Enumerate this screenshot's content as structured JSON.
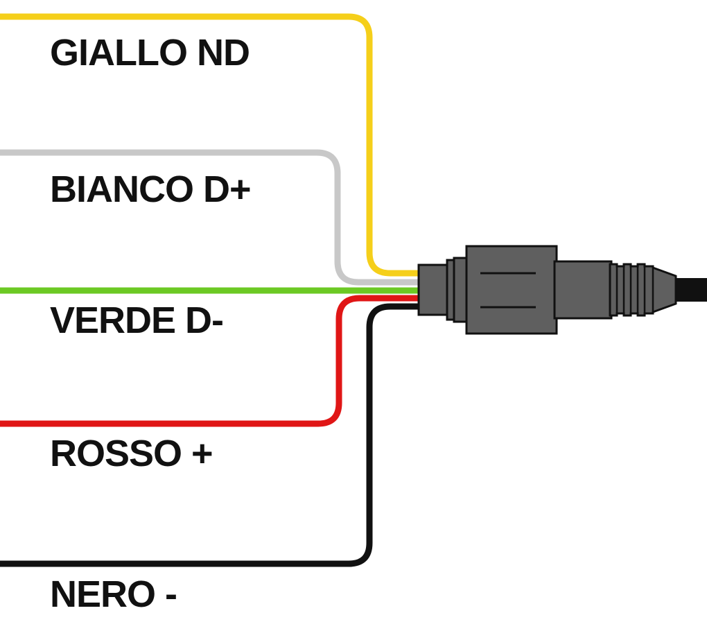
{
  "wires": [
    {
      "key": "giallo",
      "label": "GIALLO ND",
      "color": "#f5cf1a"
    },
    {
      "key": "bianco",
      "label": "BIANCO D+",
      "color": "#c8c8c8"
    },
    {
      "key": "verde",
      "label": "VERDE D-",
      "color": "#6cc924"
    },
    {
      "key": "rosso",
      "label": "ROSSO +",
      "color": "#e01616"
    },
    {
      "key": "nero",
      "label": "NERO -",
      "color": "#111111"
    }
  ],
  "connector": {
    "body_color": "#5f5f5f",
    "outline_color": "#111111",
    "cable_color": "#111111"
  }
}
